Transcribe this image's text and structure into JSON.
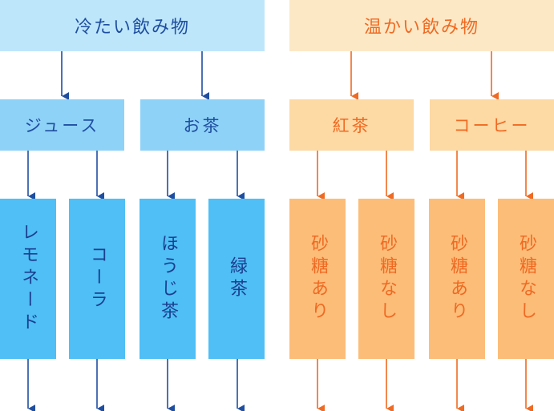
{
  "colors": {
    "cold_arrow": "#1f4ea0",
    "warm_arrow": "#ef6a22"
  },
  "cold": {
    "title": "冷たい飲み物",
    "categories": [
      {
        "label": "ジュース",
        "items": [
          "レモネード",
          "コーラ"
        ]
      },
      {
        "label": "お茶",
        "items": [
          "ほうじ茶",
          "緑茶"
        ]
      }
    ]
  },
  "warm": {
    "title": "温かい飲み物",
    "categories": [
      {
        "label": "紅茶",
        "items": [
          "砂糖あり",
          "砂糖なし"
        ]
      },
      {
        "label": "コーヒー",
        "items": [
          "砂糖あり",
          "砂糖なし"
        ]
      }
    ]
  }
}
